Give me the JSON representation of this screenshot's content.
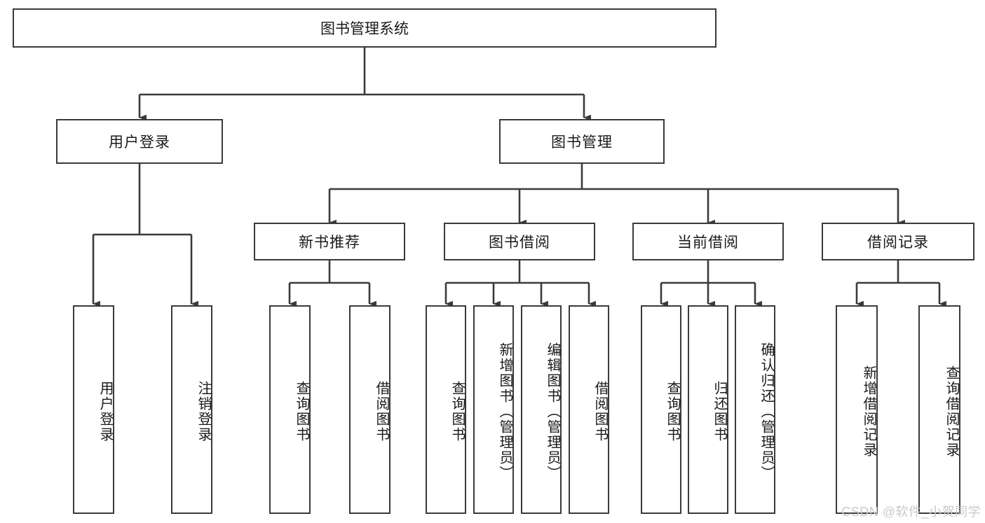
{
  "diagram": {
    "title": "图书管理系统",
    "type": "hierarchy-tree",
    "root": {
      "id": "root",
      "label": "图书管理系统"
    },
    "level2": [
      {
        "id": "user-login",
        "label": "用户登录"
      },
      {
        "id": "book-manage",
        "label": "图书管理"
      }
    ],
    "level3": [
      {
        "id": "new-book-rec",
        "label": "新书推荐",
        "parent": "book-manage"
      },
      {
        "id": "book-borrow",
        "label": "图书借阅",
        "parent": "book-manage"
      },
      {
        "id": "current-borrow",
        "label": "当前借阅",
        "parent": "book-manage"
      },
      {
        "id": "borrow-record",
        "label": "借阅记录",
        "parent": "book-manage"
      }
    ],
    "leaves": [
      {
        "id": "leaf-user-login",
        "label": "用户登录",
        "parent": "user-login"
      },
      {
        "id": "leaf-user-logout",
        "label": "注销登录",
        "parent": "user-login"
      },
      {
        "id": "leaf-query-book-1",
        "label": "查询图书",
        "parent": "new-book-rec"
      },
      {
        "id": "leaf-borrow-book-1",
        "label": "借阅图书",
        "parent": "new-book-rec"
      },
      {
        "id": "leaf-query-book-2",
        "label": "查询图书",
        "parent": "book-borrow"
      },
      {
        "id": "leaf-add-book",
        "label": "新增图书（管理员）",
        "parent": "book-borrow"
      },
      {
        "id": "leaf-edit-book",
        "label": "编辑图书（管理员）",
        "parent": "book-borrow"
      },
      {
        "id": "leaf-borrow-book-2",
        "label": "借阅图书",
        "parent": "book-borrow"
      },
      {
        "id": "leaf-query-book-3",
        "label": "查询图书",
        "parent": "current-borrow"
      },
      {
        "id": "leaf-return-book",
        "label": "归还图书",
        "parent": "current-borrow"
      },
      {
        "id": "leaf-confirm-return",
        "label": "确认归还（管理员）",
        "parent": "current-borrow"
      },
      {
        "id": "leaf-add-record",
        "label": "新增借阅记录",
        "parent": "borrow-record"
      },
      {
        "id": "leaf-query-record",
        "label": "查询借阅记录",
        "parent": "borrow-record"
      }
    ],
    "watermark": "CSDN @软件_小贺同学",
    "colors": {
      "stroke": "#3a3a3a",
      "fill": "#ffffff",
      "text": "#1a1a1a",
      "watermark": "#c9c9c9"
    }
  }
}
